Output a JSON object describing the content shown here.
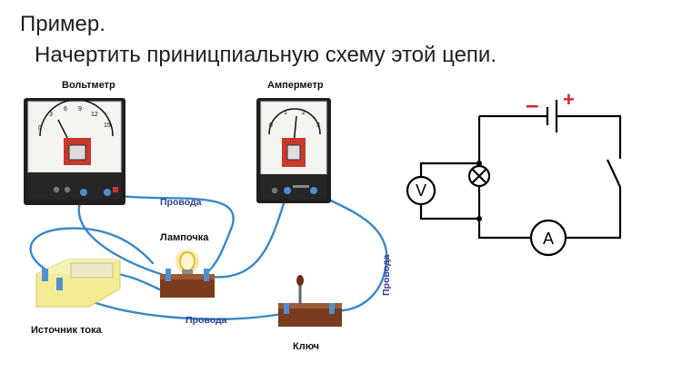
{
  "slide": {
    "title": "Пример.",
    "subtitle": "Начертить приницпиальную схему этой цепи."
  },
  "illustration": {
    "voltmeter_label": "Вольтметр",
    "ammeter_label": "Амперметр",
    "lamp_label": "Лампочка",
    "source_label": "Источник тока",
    "key_label": "Ключ",
    "wires_label_1": "Провода",
    "wires_label_2": "Провода",
    "wires_label_3": "Провода",
    "voltmeter_scale": [
      "0",
      "3",
      "6",
      "9",
      "12",
      "15"
    ],
    "ammeter_scale": [
      "0",
      "1",
      "2",
      "3"
    ]
  },
  "schematic": {
    "voltmeter_symbol": "V",
    "ammeter_symbol": "A",
    "minus_sign": "–",
    "plus_sign": "+",
    "minus_color": "#d9232a",
    "plus_color": "#d9232a"
  },
  "colors": {
    "wire": "#3a87c8",
    "meter_body": "#2e2e2e",
    "base": "#7a3b1e"
  }
}
